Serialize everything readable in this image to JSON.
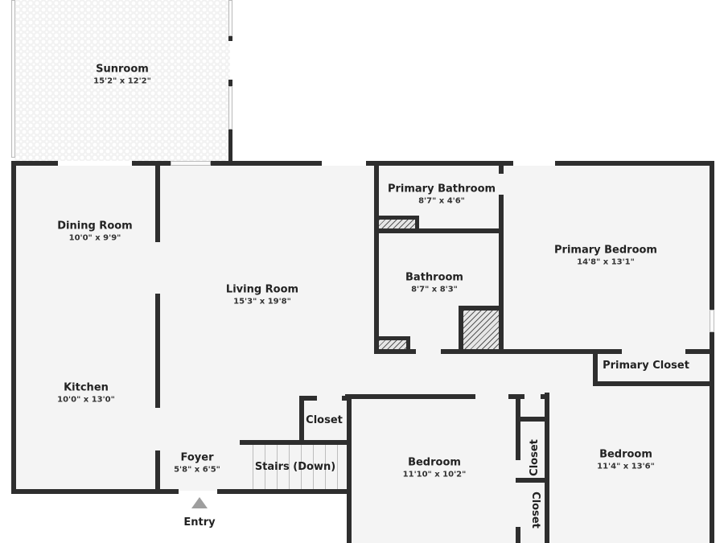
{
  "floorplan": {
    "rooms": [
      {
        "name": "Sunroom",
        "dims": "15'2\" x 12'2\""
      },
      {
        "name": "Dining Room",
        "dims": "10'0\" x 9'9\""
      },
      {
        "name": "Living Room",
        "dims": "15'3\" x 19'8\""
      },
      {
        "name": "Kitchen",
        "dims": "10'0\" x 13'0\""
      },
      {
        "name": "Foyer",
        "dims": "5'8\" x 6'5\""
      },
      {
        "name": "Primary Bathroom",
        "dims": "8'7\" x 4'6\""
      },
      {
        "name": "Bathroom",
        "dims": "8'7\" x 8'3\""
      },
      {
        "name": "Primary Bedroom",
        "dims": "14'8\" x 13'1\""
      },
      {
        "name": "Primary Closet",
        "dims": ""
      },
      {
        "name": "Bedroom",
        "dims": "11'10\" x 10'2\""
      },
      {
        "name": "Bedroom",
        "dims": "11'4\" x 13'6\""
      },
      {
        "name": "Closet",
        "dims": ""
      },
      {
        "name": "Stairs (Down)",
        "dims": ""
      },
      {
        "name": "Closet",
        "dims": ""
      },
      {
        "name": "Closet",
        "dims": ""
      }
    ],
    "entry_label": "Entry",
    "colors": {
      "wall": "#2e2e2e",
      "floor": "#f4f4f4",
      "entry_arrow": "#9e9e9e"
    }
  }
}
